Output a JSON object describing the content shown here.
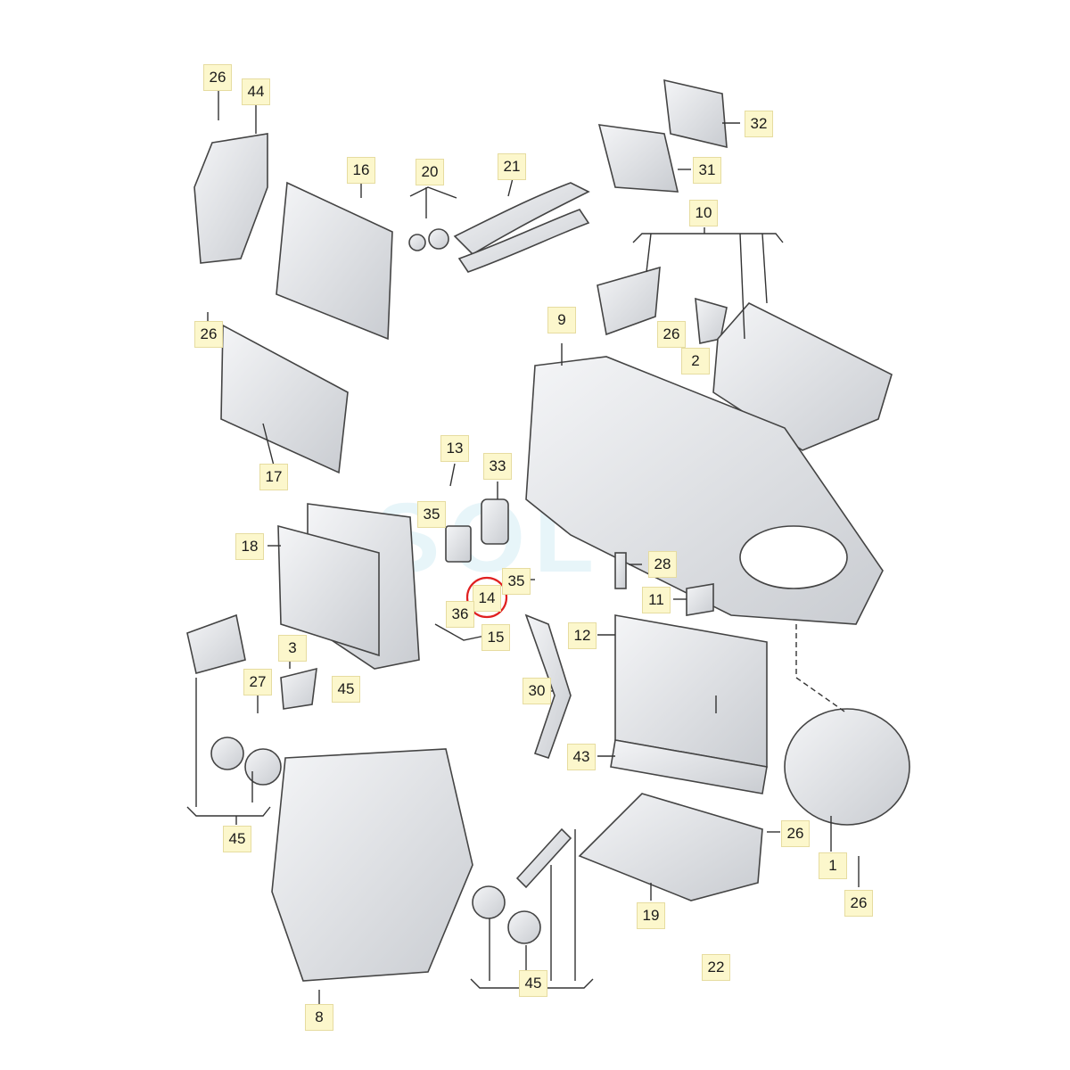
{
  "diagram": {
    "watermark": "SOL",
    "highlighted_callout": "14",
    "accent_colors": {
      "label_fill": "#fcf7cc",
      "highlight_ring": "#e02020",
      "part_fill": "#e8eaed",
      "part_stroke": "#444444"
    },
    "callouts": [
      {
        "id": "c26a",
        "text": "26"
      },
      {
        "id": "c44",
        "text": "44"
      },
      {
        "id": "c16",
        "text": "16"
      },
      {
        "id": "c20",
        "text": "20"
      },
      {
        "id": "c21",
        "text": "21"
      },
      {
        "id": "c31",
        "text": "31"
      },
      {
        "id": "c32",
        "text": "32"
      },
      {
        "id": "c10",
        "text": "10"
      },
      {
        "id": "c9",
        "text": "9"
      },
      {
        "id": "c26b",
        "text": "26"
      },
      {
        "id": "c2",
        "text": "2"
      },
      {
        "id": "c26c",
        "text": "26"
      },
      {
        "id": "c17",
        "text": "17"
      },
      {
        "id": "c13",
        "text": "13"
      },
      {
        "id": "c33",
        "text": "33"
      },
      {
        "id": "c35a",
        "text": "35"
      },
      {
        "id": "c18",
        "text": "18"
      },
      {
        "id": "c28",
        "text": "28"
      },
      {
        "id": "c14",
        "text": "14"
      },
      {
        "id": "c35b",
        "text": "35"
      },
      {
        "id": "c36",
        "text": "36"
      },
      {
        "id": "c15",
        "text": "15"
      },
      {
        "id": "c11",
        "text": "11"
      },
      {
        "id": "c12",
        "text": "12"
      },
      {
        "id": "c3",
        "text": "3"
      },
      {
        "id": "c27",
        "text": "27"
      },
      {
        "id": "c45a",
        "text": "45"
      },
      {
        "id": "c30",
        "text": "30"
      },
      {
        "id": "c43",
        "text": "43"
      },
      {
        "id": "c45b",
        "text": "45"
      },
      {
        "id": "c26d",
        "text": "26"
      },
      {
        "id": "c1",
        "text": "1"
      },
      {
        "id": "c19",
        "text": "19"
      },
      {
        "id": "c26e",
        "text": "26"
      },
      {
        "id": "c22",
        "text": "22"
      },
      {
        "id": "c45c",
        "text": "45"
      },
      {
        "id": "c8",
        "text": "8"
      }
    ]
  }
}
